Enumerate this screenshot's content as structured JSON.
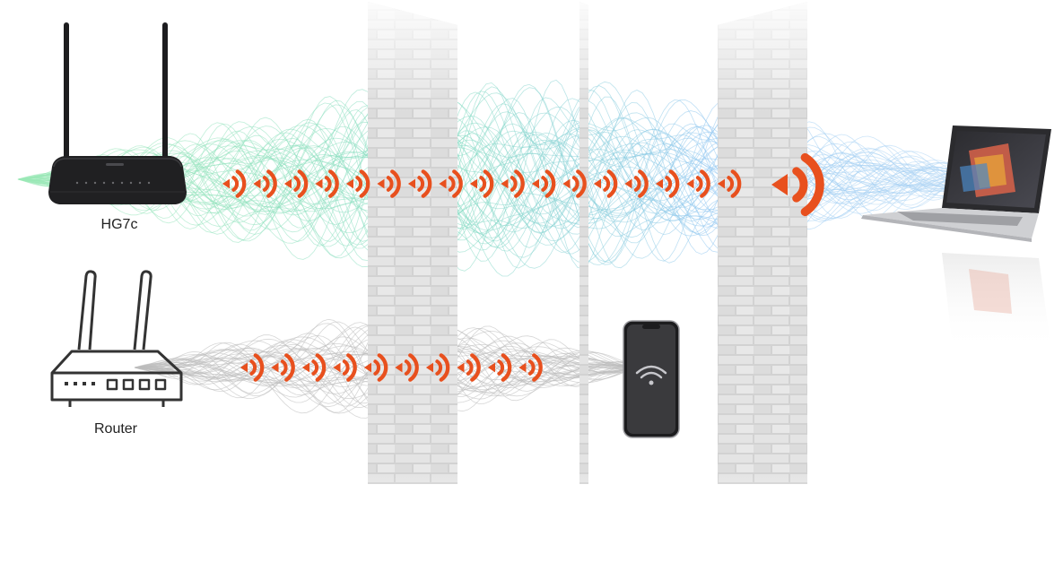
{
  "devices": {
    "hg7c": {
      "label": "HG7c",
      "icon": "router-black-icon"
    },
    "router": {
      "label": "Router",
      "icon": "router-outline-icon"
    },
    "phone": {
      "icon": "smartphone-wifi-icon"
    },
    "laptop": {
      "icon": "laptop-icon"
    }
  },
  "signals": {
    "hg7c_to_laptop_count": 18,
    "router_to_phone_count": 10
  },
  "walls": {
    "count": 3
  },
  "colors": {
    "signal": "#e8501e",
    "wave_green": "#7fe0a6",
    "wave_blue": "#8cc4f0",
    "wave_gray": "#bdbdbd",
    "router_body": "#1d1d1f",
    "phone_body": "#1c1c1e"
  }
}
